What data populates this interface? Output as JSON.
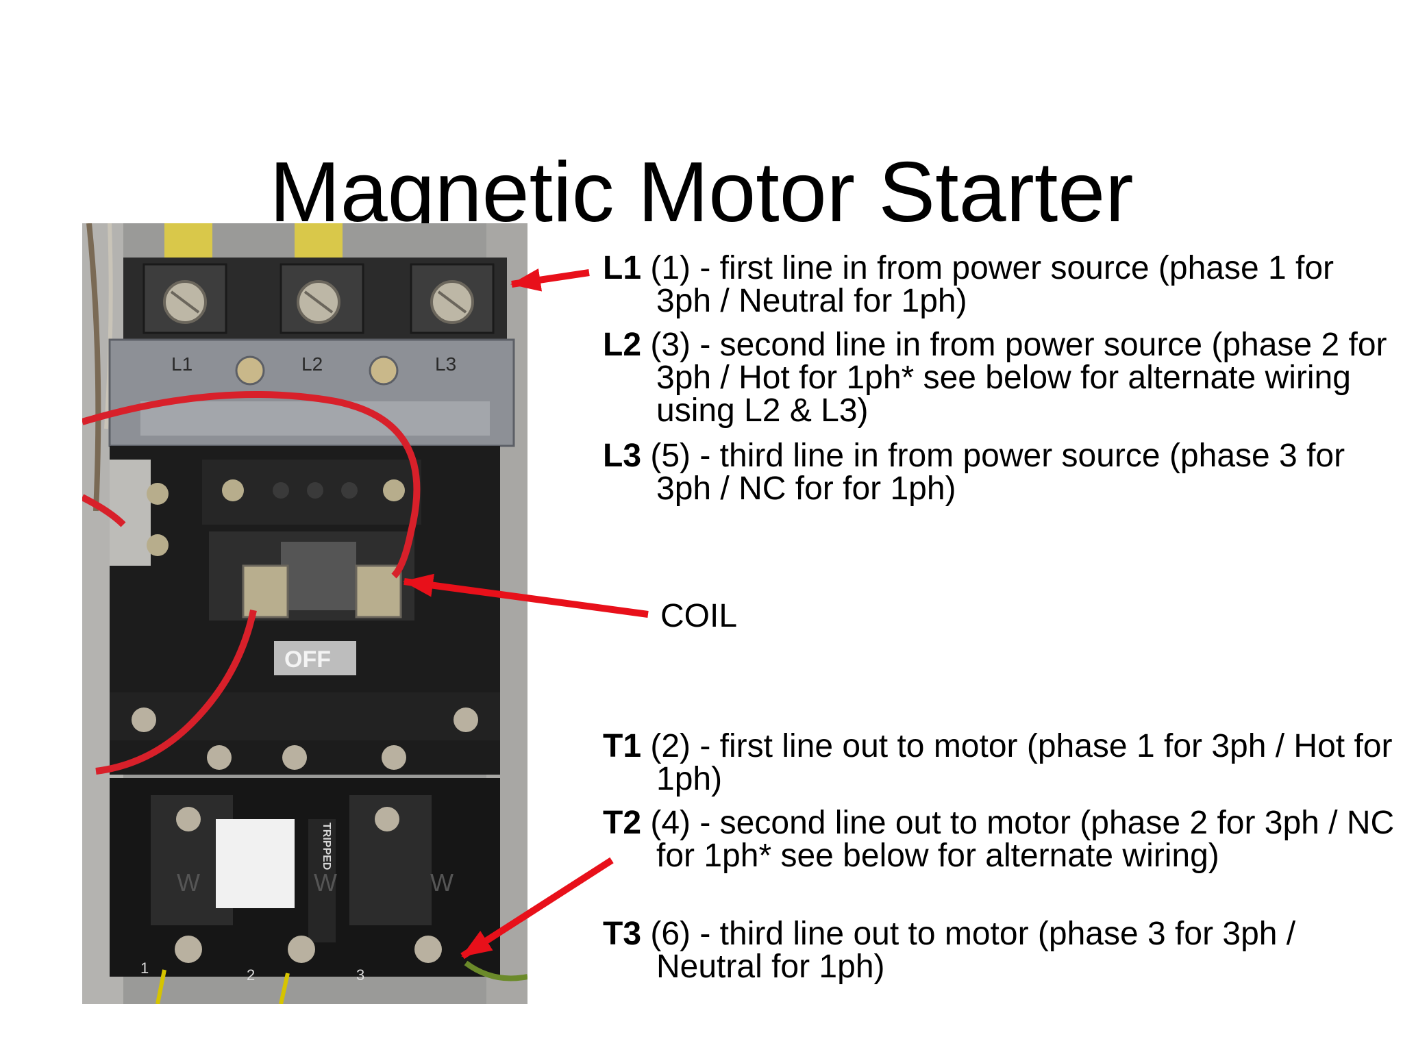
{
  "title": "Magnetic Motor Starter",
  "photo": {
    "labels": {
      "l1": "L1",
      "l2": "L2",
      "l3": "L3",
      "off": "OFF",
      "tripped": "TRIPPED",
      "w": "W",
      "n1": "1",
      "n2": "2",
      "n3": "3"
    }
  },
  "annotations": {
    "l1": {
      "term": "L1",
      "text": " (1) - first line in from power source (phase 1 for 3ph / Neutral for 1ph)"
    },
    "l2": {
      "term": "L2",
      "text": " (3) - second line in from power source (phase 2 for 3ph / Hot for 1ph* see below for alternate wiring using L2 & L3)"
    },
    "l3": {
      "term": "L3",
      "text": " (5) - third line in from power source (phase 3 for 3ph / NC for for 1ph)"
    },
    "coil": "COIL",
    "t1": {
      "term": "T1",
      "text": " (2) - first line out to motor (phase 1 for 3ph / Hot for 1ph)"
    },
    "t2": {
      "term": "T2",
      "text": " (4) - second line out to motor (phase 2 for 3ph / NC for 1ph* see below for alternate wiring)"
    },
    "t3": {
      "term": "T3",
      "text": " (6) - third line out to motor (phase 3 for 3ph / Neutral for 1ph)"
    }
  },
  "colors": {
    "arrow": "#e8101a",
    "wire": "#d8202a"
  }
}
